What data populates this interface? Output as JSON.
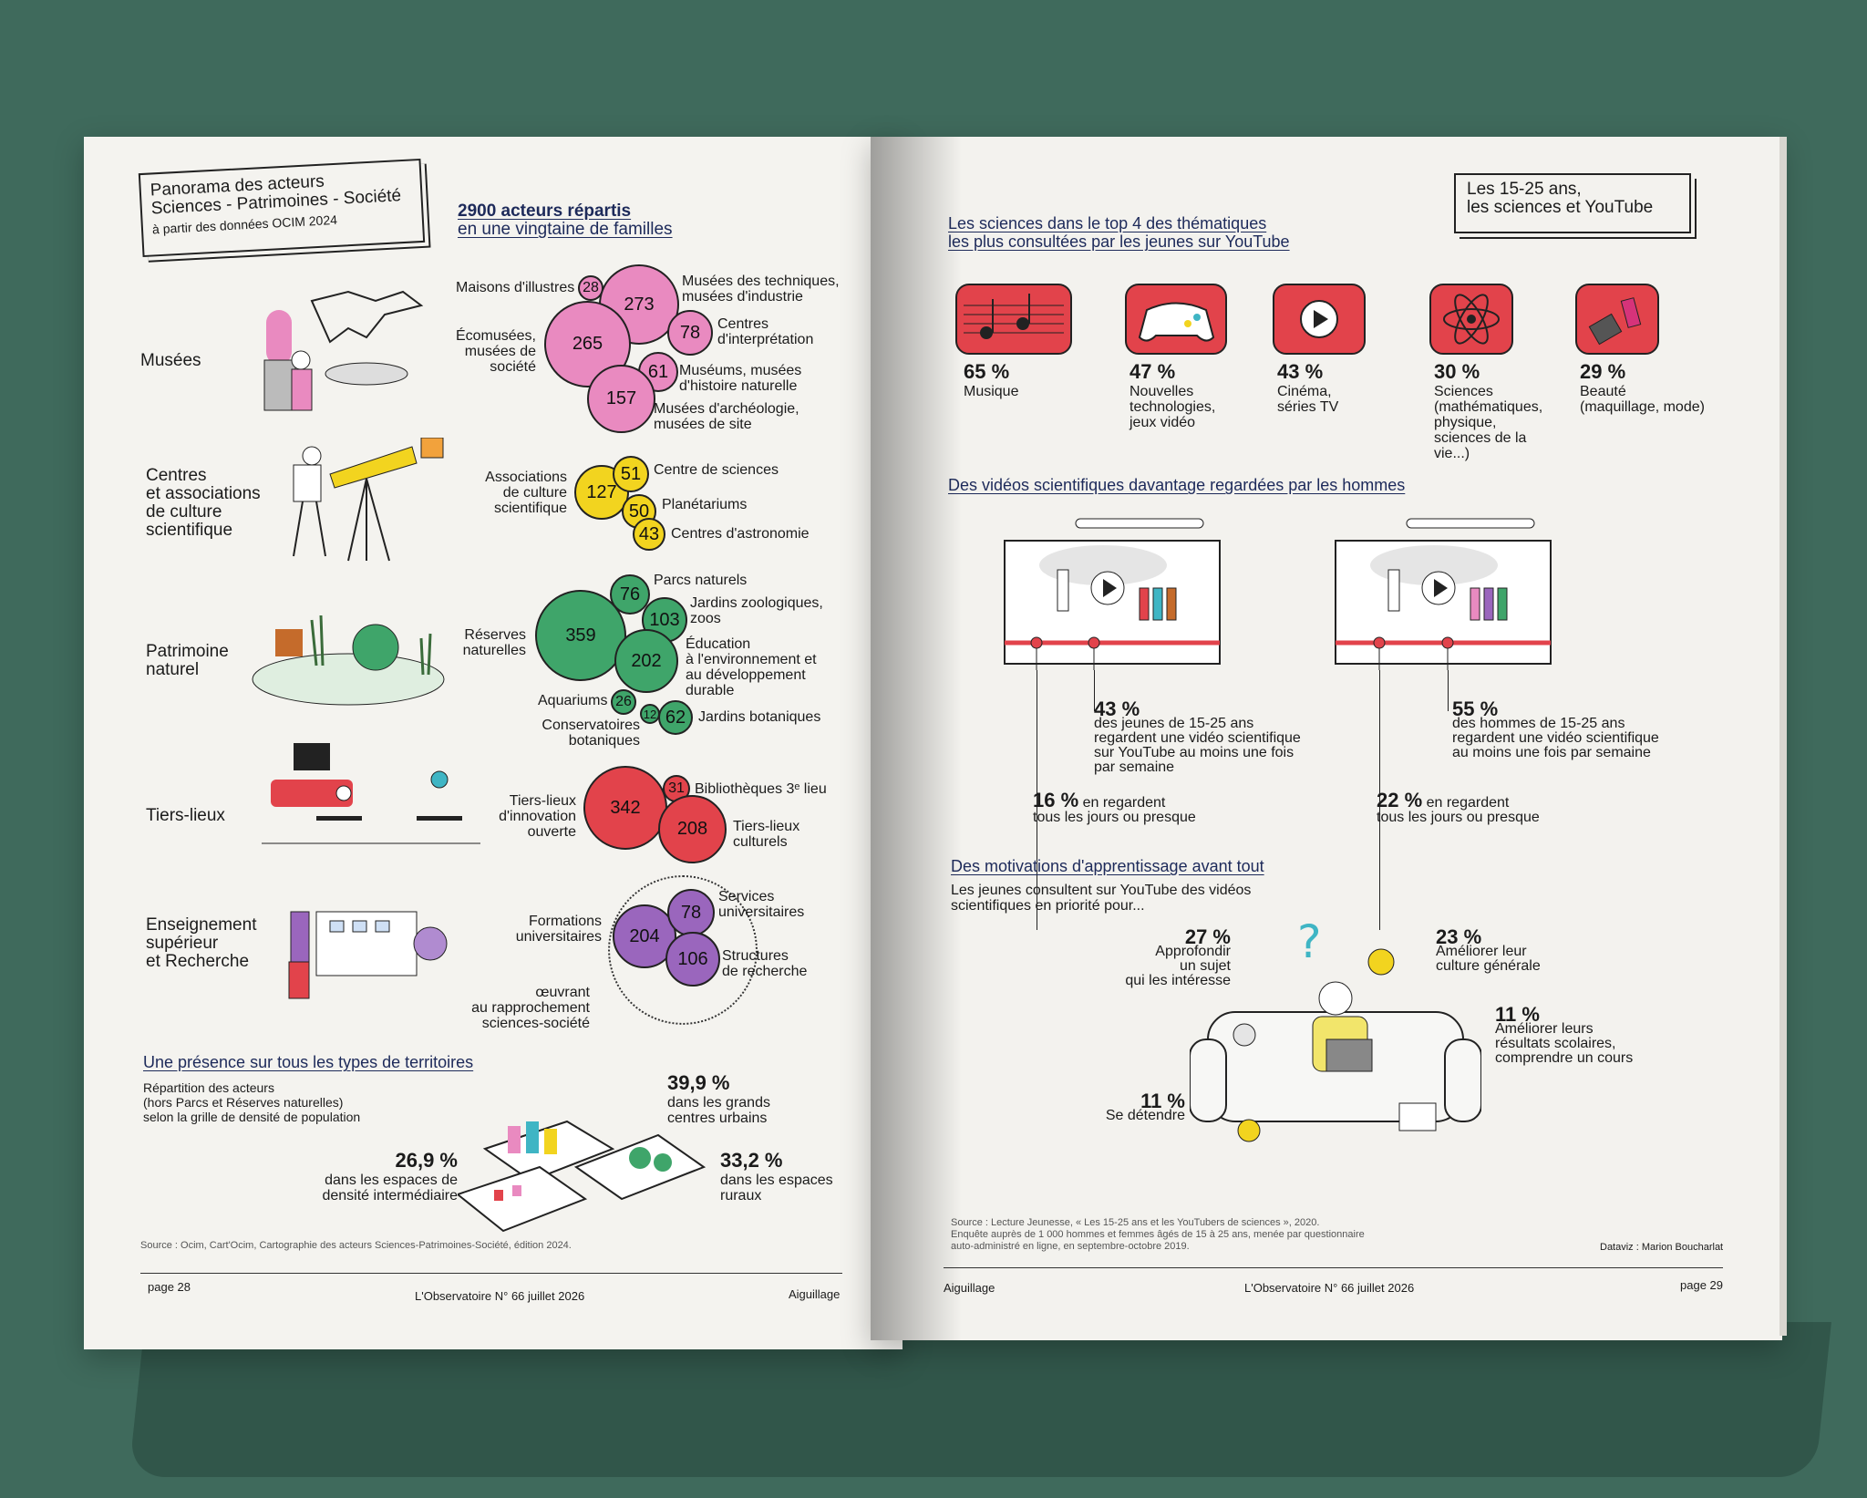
{
  "left": {
    "box_title_1": "Panorama des acteurs",
    "box_title_2": "Sciences - Patrimoines - Société",
    "box_sub": "à partir des données OCIM 2024",
    "headline_1": "2900 acteurs répartis",
    "headline_2": "en une vingtaine de familles",
    "categories": {
      "musees": "Musées",
      "centres_1": "Centres",
      "centres_2": "et associations",
      "centres_3": "de culture",
      "centres_4": "scientifique",
      "patrimoine_1": "Patrimoine",
      "patrimoine_2": "naturel",
      "tiers": "Tiers-lieux",
      "ens_1": "Enseignement",
      "ens_2": "supérieur",
      "ens_3": "et Recherche"
    },
    "bubbles": {
      "maisons": {
        "value": "28",
        "label": "Maisons d'illustres"
      },
      "tech": {
        "value": "273",
        "label_1": "Musées des techniques,",
        "label_2": "musées d'industrie"
      },
      "ecomusees": {
        "value": "265",
        "label_1": "Écomusées,",
        "label_2": "musées de",
        "label_3": "société"
      },
      "interp": {
        "value": "78",
        "label_1": "Centres",
        "label_2": "d'interprétation"
      },
      "museums": {
        "value": "61",
        "label_1": "Muséums, musées",
        "label_2": "d'histoire naturelle"
      },
      "archeo": {
        "value": "157",
        "label_1": "Musées d'archéologie,",
        "label_2": "musées de site"
      },
      "assoc": {
        "value": "127",
        "label_1": "Associations",
        "label_2": "de culture",
        "label_3": "scientifique"
      },
      "csci": {
        "value": "51",
        "label": "Centre de sciences"
      },
      "plan": {
        "value": "50",
        "label": "Planétariums"
      },
      "astro": {
        "value": "43",
        "label": "Centres d'astronomie"
      },
      "parcs": {
        "value": "76",
        "label": "Parcs naturels"
      },
      "reserves": {
        "value": "359",
        "label_1": "Réserves",
        "label_2": "naturelles"
      },
      "jardins_zoo": {
        "value": "103",
        "label_1": "Jardins zoologiques,",
        "label_2": "zoos"
      },
      "educ": {
        "value": "202",
        "label_1": "Éducation",
        "label_2": "à l'environnement et",
        "label_3": "au développement",
        "label_4": "durable"
      },
      "aqua": {
        "value": "26",
        "label": "Aquariums"
      },
      "conserv": {
        "value": "12",
        "label_1": "Conservatoires",
        "label_2": "botaniques"
      },
      "jardins_bot": {
        "value": "62",
        "label": "Jardins botaniques"
      },
      "tiers_innov": {
        "value": "342",
        "label_1": "Tiers-lieux",
        "label_2": "d'innovation",
        "label_3": "ouverte"
      },
      "biblio": {
        "value": "31",
        "label": "Bibliothèques 3ᵉ lieu"
      },
      "tiers_cult": {
        "value": "208",
        "label_1": "Tiers-lieux",
        "label_2": "culturels"
      },
      "formations": {
        "value": "204",
        "label_1": "Formations",
        "label_2": "universitaires"
      },
      "services": {
        "value": "78",
        "label_1": "Services",
        "label_2": "universitaires"
      },
      "structures": {
        "value": "106",
        "label_1": "Structures",
        "label_2": "de recherche"
      },
      "oeuvrant_1": "œuvrant",
      "oeuvrant_2": "au rapprochement",
      "oeuvrant_3": "sciences-société"
    },
    "territory": {
      "title": "Une présence sur tous les types de territoires",
      "sub_1": "Répartition des acteurs",
      "sub_2": "(hors Parcs et Réserves naturelles)",
      "sub_3": "selon la grille de densité de population",
      "urban_pct": "39,9 %",
      "urban_1": "dans les grands",
      "urban_2": "centres urbains",
      "inter_pct": "26,9 %",
      "inter_1": "dans les espaces de",
      "inter_2": "densité intermédiaire",
      "rural_pct": "33,2 %",
      "rural_1": "dans les espaces",
      "rural_2": "ruraux"
    },
    "source": "Source : Ocim, Cart'Ocim, Cartographie des acteurs Sciences-Patrimoines-Société, édition 2024.",
    "footer_page": "page 28",
    "footer_mag": "L'Observatoire N° 66 juillet 2026",
    "footer_section": "Aiguillage"
  },
  "right": {
    "box_title_1": "Les 15-25 ans,",
    "box_title_2": "les sciences et YouTube",
    "top4_title_1": "Les sciences dans le top 4 des thématiques",
    "top4_title_2": "les plus consultées par les jeunes sur YouTube",
    "themes": [
      {
        "pct": "65 %",
        "label_1": "Musique",
        "label_2": "",
        "label_3": "",
        "label_4": "",
        "icon": "music-icon"
      },
      {
        "pct": "47 %",
        "label_1": "Nouvelles",
        "label_2": "technologies,",
        "label_3": "jeux vidéo",
        "label_4": "",
        "icon": "gamepad-icon"
      },
      {
        "pct": "43 %",
        "label_1": "Cinéma,",
        "label_2": "séries TV",
        "label_3": "",
        "label_4": "",
        "icon": "play-icon"
      },
      {
        "pct": "30 %",
        "label_1": "Sciences",
        "label_2": "(mathématiques,",
        "label_3": "physique,",
        "label_4": "sciences de la vie...)",
        "icon": "atom-icon"
      },
      {
        "pct": "29 %",
        "label_1": "Beauté",
        "label_2": "(maquillage, mode)",
        "label_3": "",
        "label_4": "",
        "icon": "lipstick-icon"
      }
    ],
    "videos_title": "Des vidéos scientifiques davantage regardées par les hommes",
    "women": {
      "pct": "43 %",
      "line_1": "des jeunes de 15-25 ans",
      "line_2": "regardent une vidéo scientifique",
      "line_3": "sur YouTube au moins une fois",
      "line_4": "par semaine",
      "daily_pct": "16 %",
      "daily_1": "en regardent",
      "daily_2": "tous les jours ou presque"
    },
    "men": {
      "pct": "55 %",
      "line_1": "des hommes de 15-25 ans",
      "line_2": "regardent une vidéo scientifique",
      "line_3": "au moins une fois par semaine",
      "daily_pct": "22 %",
      "daily_1": "en regardent",
      "daily_2": "tous les jours ou presque"
    },
    "motiv_title": "Des motivations d'apprentissage avant tout",
    "motiv_sub_1": "Les jeunes consultent sur YouTube des vidéos",
    "motiv_sub_2": "scientifiques en priorité pour...",
    "motivations": {
      "approf": {
        "pct": "27 %",
        "l1": "Approfondir",
        "l2": "un sujet",
        "l3": "qui les intéresse"
      },
      "culture": {
        "pct": "23 %",
        "l1": "Améliorer leur",
        "l2": "culture générale"
      },
      "scol": {
        "pct": "11 %",
        "l1": "Améliorer leurs",
        "l2": "résultats scolaires,",
        "l3": "comprendre un cours"
      },
      "detente": {
        "pct": "11 %",
        "l1": "Se détendre"
      }
    },
    "source_1": "Source : Lecture Jeunesse, « Les 15-25 ans et les YouTubers de sciences », 2020.",
    "source_2": "Enquête auprès de 1 000 hommes et femmes âgés de 15 à 25 ans, menée par questionnaire",
    "source_3": "auto-administré en ligne, en septembre-octobre 2019.",
    "dataviz": "Dataviz : Marion Boucharlat",
    "footer_section": "Aiguillage",
    "footer_mag": "L'Observatoire N° 66 juillet 2026",
    "footer_page": "page 29"
  },
  "colors": {
    "pink": "#e98ac0",
    "yellow": "#f2d41f",
    "green": "#3fa56a",
    "red": "#e2434b",
    "purple": "#9a66bd",
    "yt_red": "#e2434b"
  }
}
